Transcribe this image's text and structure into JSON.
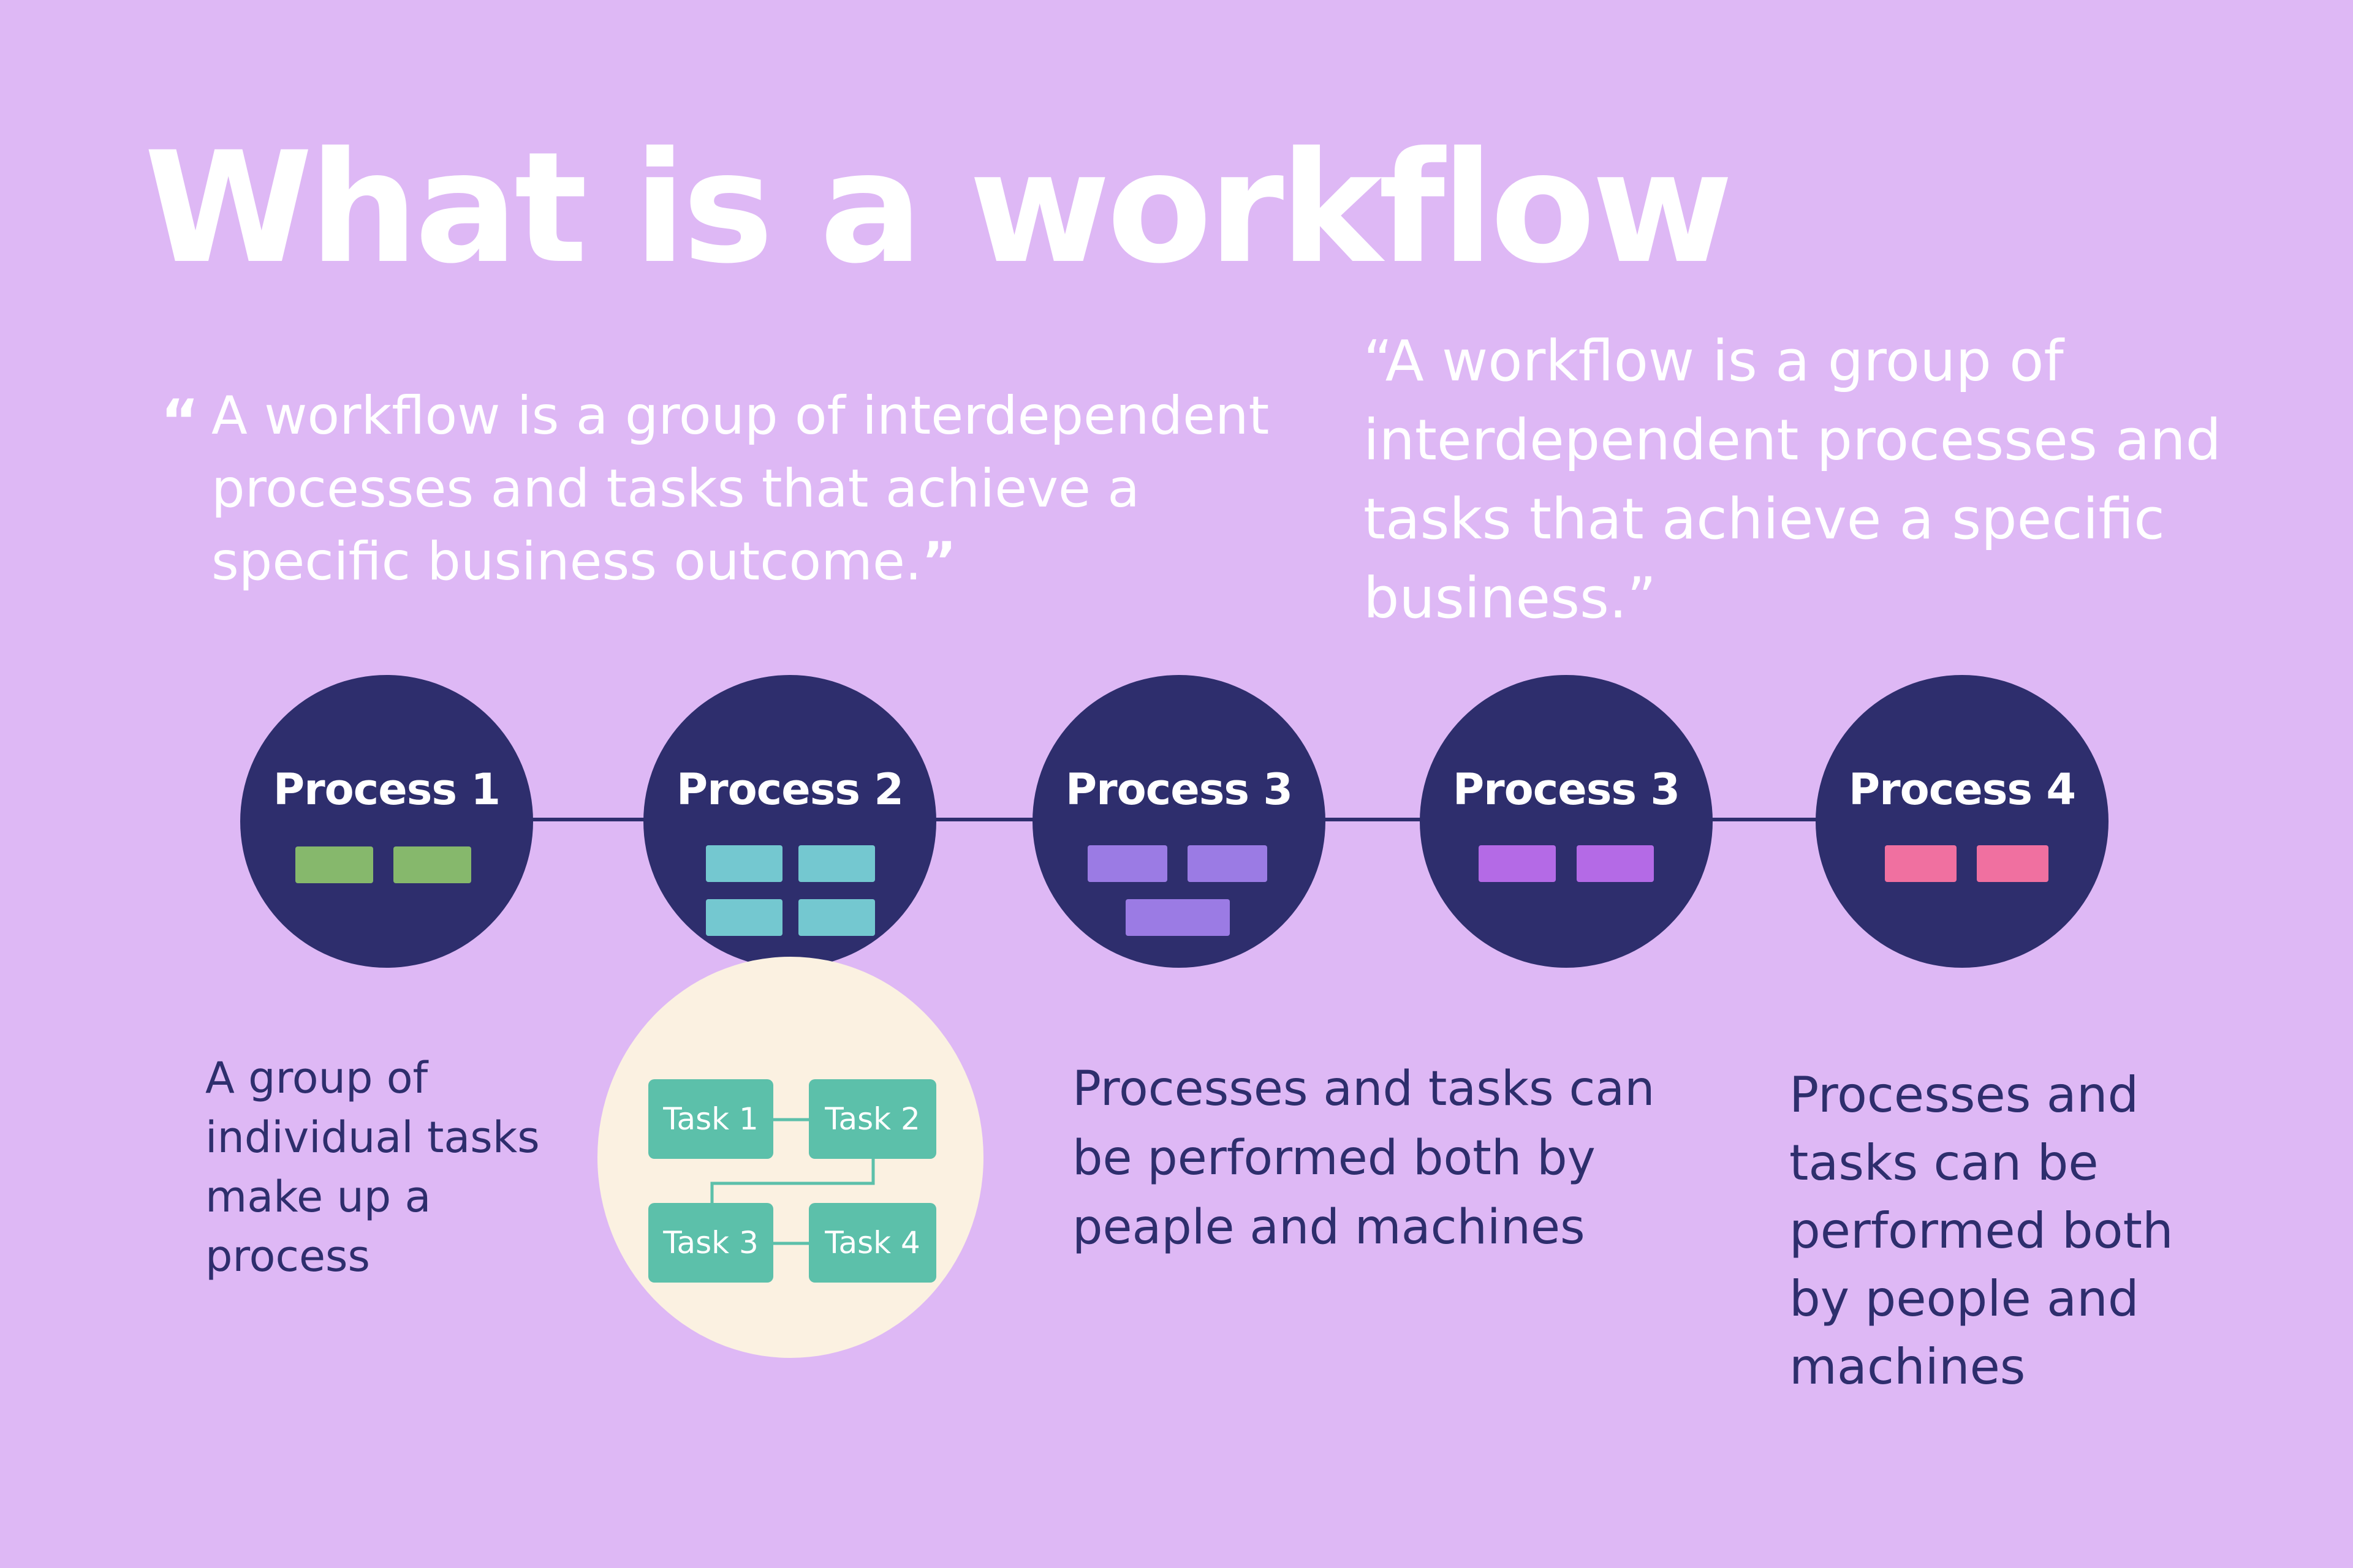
{
  "title": "What is a workflow",
  "quote1": {
    "open_mark": "“",
    "text": "A workflow is a group of interdependent processes and tasks that achieve a specific business outcome.",
    "close_mark": "”"
  },
  "quote2": {
    "text": "“A workflow is a group of interdependent processes and tasks that achieve a specific business.”"
  },
  "processes": [
    {
      "label": "Process 1",
      "block_color": "#86b86c",
      "blocks": 2
    },
    {
      "label": "Process 2",
      "block_color": "#74c8d0",
      "blocks": 4
    },
    {
      "label": "Process 3",
      "block_color": "#9b7be4",
      "blocks": 3
    },
    {
      "label": "Process 3",
      "block_color": "#b46ae6",
      "blocks": 2
    },
    {
      "label": "Process 4",
      "block_color": "#f070a0",
      "blocks": 2
    }
  ],
  "tasks": [
    "Task 1",
    "Task 2",
    "Task 3",
    "Task 4"
  ],
  "descriptions": [
    "A group of individual tasks make up a process",
    "Processes and tasks can be performed both by peaple and machines",
    "Processes and tasks can be performed both by people and machines"
  ],
  "colors": {
    "background": "#deb8f5",
    "circle": "#2e2e6d",
    "task_bubble": "#fbf1e1",
    "task": "#5cc0aa",
    "text_dark": "#2e2e6d"
  }
}
